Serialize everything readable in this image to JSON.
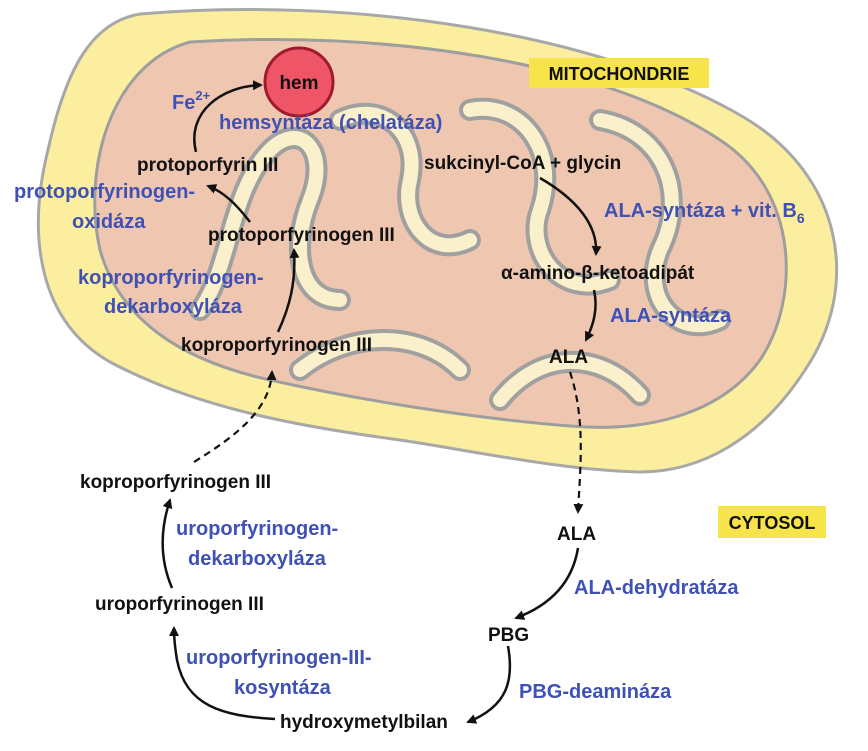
{
  "colors": {
    "outer_membrane": "#fbef9f",
    "outer_membrane_edge": "#a8a8a8",
    "matrix": "#efc7b0",
    "cristae": "#faf0cc",
    "enzyme_text": "#3f51b5",
    "metabolite_text": "#111111",
    "tag_background": "#f7e34a",
    "heme": "#ee5566"
  },
  "compartments": {
    "mitochondrion": "MITOCHONDRIE",
    "cytosol": "CYTOSOL"
  },
  "metabolites": {
    "heme": "hem",
    "iron": "Fe",
    "iron_charge": "2+",
    "protoporphyrin": "protoporfyrin III",
    "protoporphyrinogen": "protoporfyrinogen III",
    "coproporphyrinogen_mito": "koproporfyrinogen III",
    "succinyl_glycine": "sukcinyl-CoA + glycin",
    "amino_ketoadipate": "α-amino-β-ketoadipát",
    "ala_mito": "ALA",
    "ala_cyto": "ALA",
    "pbg": "PBG",
    "hydroxymethylbilane": "hydroxymetylbilan",
    "uroporphyrinogen": "uroporfyrinogen III",
    "coproporphyrinogen_cyto": "koproporfyrinogen III"
  },
  "enzymes": {
    "ferrochelatase": "hemsyntáza (chelatáza)",
    "protox_line1": "protoporfyrinogen-",
    "protox_line2": "oxidáza",
    "cpox_line1": "koproporfyrinogen-",
    "cpox_line2": "dekarboxyláza",
    "alas_vit_prefix": "ALA-syntáza + vit. B",
    "alas_vit_sub": "6",
    "alas": "ALA-syntáza",
    "alad": "ALA-dehydratáza",
    "pbgd": "PBG-deamináza",
    "uros_line1": "uroporfyrinogen-III-",
    "uros_line2": "kosyntáza",
    "urod_line1": "uroporfyrinogen-",
    "urod_line2": "dekarboxyláza"
  }
}
